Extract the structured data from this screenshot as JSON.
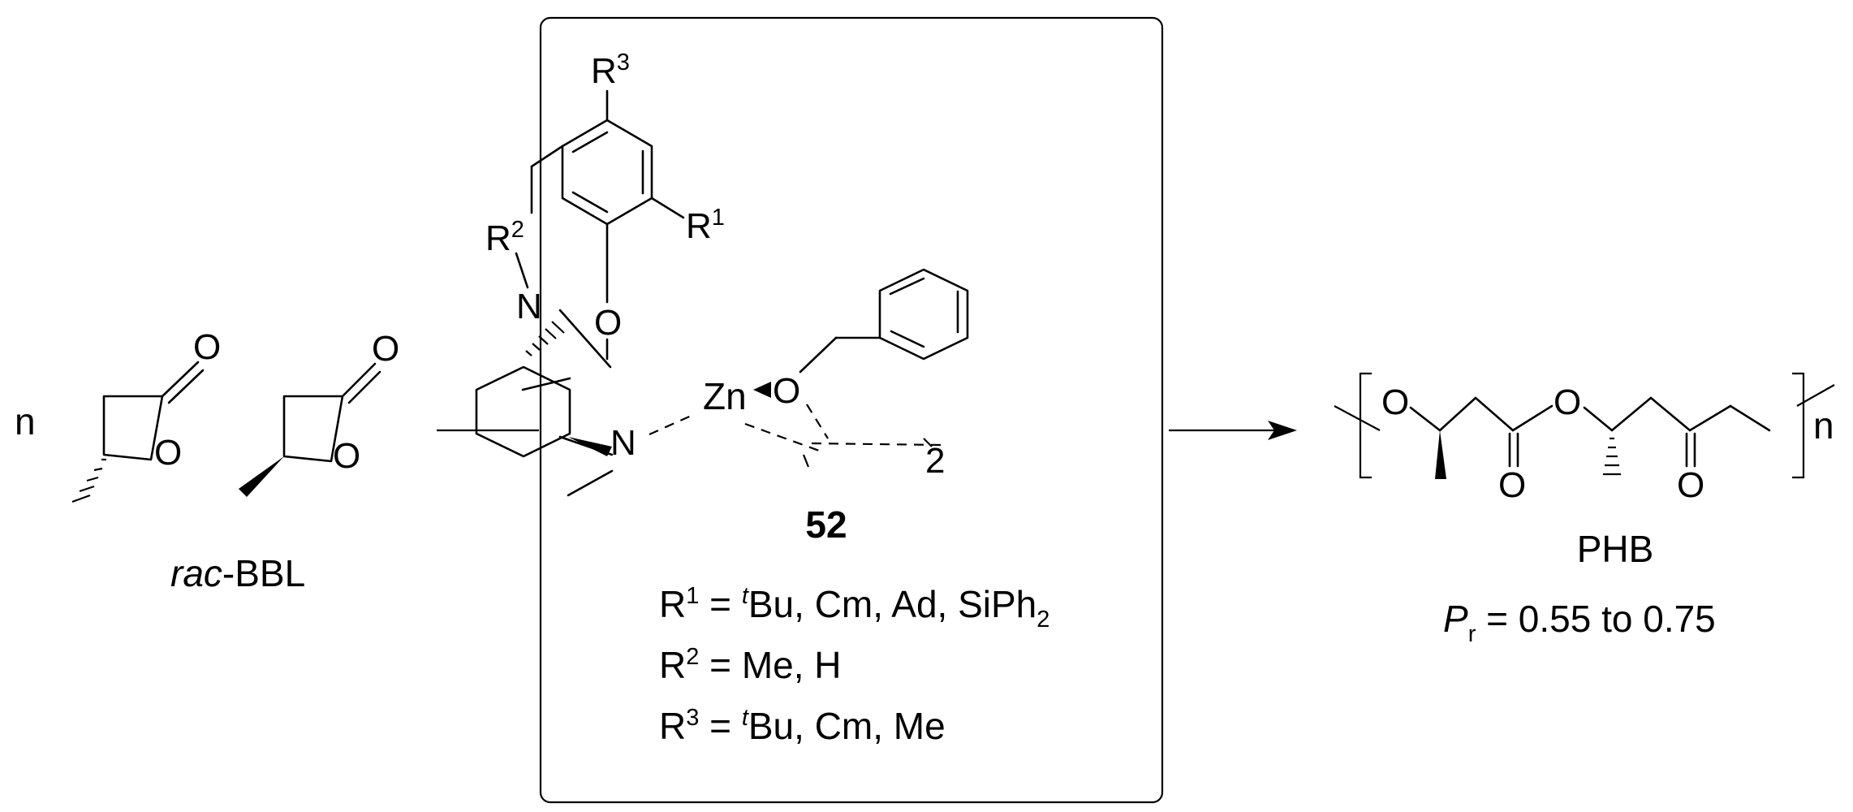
{
  "reactant": {
    "multiplier": "n",
    "name_prefix": "rac",
    "name_suffix": "-BBL",
    "atoms": {
      "O": "O"
    }
  },
  "catalyst": {
    "label": "52",
    "atoms": {
      "Zn": "Zn",
      "N": "N",
      "O": "O",
      "R": "R",
      "sup1": "1",
      "sup2": "2",
      "sup3": "3",
      "dimer": "2"
    },
    "substituents": [
      {
        "symbol": "R",
        "index": "1",
        "eq": " = ",
        "sup": "t",
        "values": "Bu, Cm, Ad, SiPh",
        "sub": "2"
      },
      {
        "symbol": "R",
        "index": "2",
        "eq": " = ",
        "sup": "",
        "values": "Me, H",
        "sub": ""
      },
      {
        "symbol": "R",
        "index": "3",
        "eq": " = ",
        "sup": "t",
        "values": "Bu, Cm, Me",
        "sub": ""
      }
    ]
  },
  "product": {
    "name": "PHB",
    "tacticity_symbol": "P",
    "tacticity_sub": "r",
    "tacticity_value": " = 0.55 to 0.75",
    "repeat": "n",
    "atoms": {
      "O": "O"
    }
  }
}
